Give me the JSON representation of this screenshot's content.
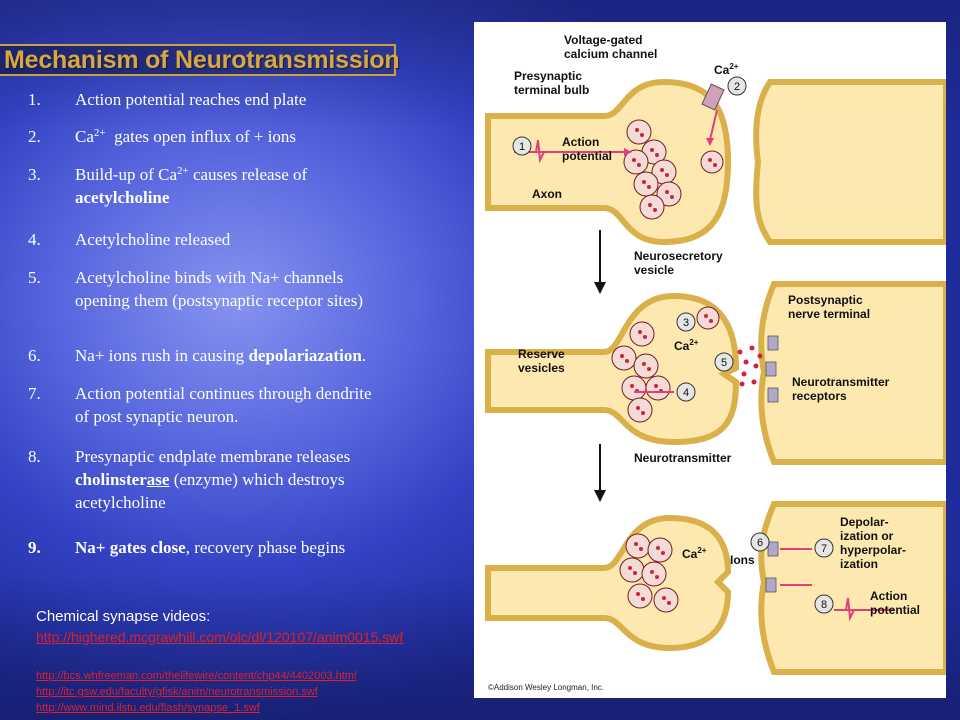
{
  "title": "Mechanism of Neurotransmission",
  "steps": [
    {
      "num": "1.",
      "text": "Action potential reaches end plate"
    },
    {
      "num": "2.",
      "pre": "Ca",
      "sup": "2+",
      "post": "  gates open influx of + ions"
    },
    {
      "num": "3.",
      "pre": "Build-up of Ca",
      "sup": "2+",
      "post": " causes release of",
      "line2_bold": "acetylcholine"
    },
    {
      "num": "4.",
      "text": "Acetylcholine released"
    },
    {
      "num": "5.",
      "line1": "Acetylcholine binds with Na+ channels",
      "line2": "opening them (postsynaptic receptor sites)"
    },
    {
      "num": "6.",
      "pre": "Na+ ions rush in causing ",
      "bold": "depolariazation",
      "post": "."
    },
    {
      "num": "7.",
      "line1": "Action potential continues through dendrite",
      "line2": "of post synaptic neuron."
    },
    {
      "num": "8.",
      "line1": "Presynaptic endplate membrane releases",
      "line2_bold_a": "cholinster",
      "line2_bold_u": "ase",
      "line2_rest": " (enzyme) which destroys",
      "line3": "acetylcholine"
    },
    {
      "num": "9.",
      "bold": "Na+ gates close",
      "post": ", recovery phase begins"
    }
  ],
  "videos": {
    "heading": "Chemical synapse videos",
    "heading_suffix": ":",
    "main_link": "http://highered.mcgrawhill.com/olc/dl/120107/anim0015.swf",
    "links": [
      "http://bcs.whfreeman.com/thelifewire/content/chp44/4402003.html",
      "http://itc.gsw.edu/faculty/gfisk/anim/neurotransmission.swf",
      "http://www.mind.ilstu.edu/flash/synapse_1.swf"
    ]
  },
  "figure": {
    "labels": {
      "voltage_gated": [
        "Voltage-gated",
        "calcium channel"
      ],
      "presynaptic": [
        "Presynaptic",
        "terminal bulb"
      ],
      "ca": "Ca",
      "ca_sup": "2+",
      "action_potential": [
        "Action",
        "potential"
      ],
      "axon": "Axon",
      "neurosecretory": [
        "Neurosecretory",
        "vesicle"
      ],
      "postsynaptic": [
        "Postsynaptic",
        "nerve terminal"
      ],
      "reserve": [
        "Reserve",
        "vesicles"
      ],
      "nt_receptors": [
        "Neurotransmitter",
        "receptors"
      ],
      "neurotransmitter": "Neurotransmitter",
      "ions": "Ions",
      "depolarization": [
        "Depolar-",
        "ization or",
        "hyperpolar-",
        "ization"
      ],
      "action_potential_2": [
        "Action",
        "potential"
      ]
    },
    "step_numbers": [
      "1",
      "2",
      "3",
      "4",
      "5",
      "6",
      "7",
      "8"
    ],
    "copyright": "©Addison Wesley Longman, Inc."
  },
  "colors": {
    "title": "#d6a840",
    "link": "#e0202a",
    "membrane": "#f2d27a",
    "vesicle_dot": "#d2213f",
    "arrow": "#e0407a"
  }
}
